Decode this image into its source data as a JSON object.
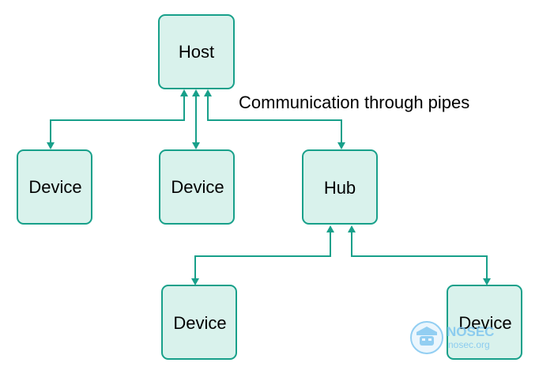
{
  "diagram": {
    "caption": "Communication through pipes",
    "nodes": {
      "host": "Host",
      "device_left": "Device",
      "device_mid": "Device",
      "hub": "Hub",
      "device_bottom_left": "Device",
      "device_bottom_right": "Device"
    }
  },
  "watermark": {
    "title": "NOSEC",
    "subtitle": "nosec.org"
  },
  "colors": {
    "stroke": "#18a08a",
    "fill": "#d9f2ec",
    "watermark": "#7fc6f0"
  }
}
